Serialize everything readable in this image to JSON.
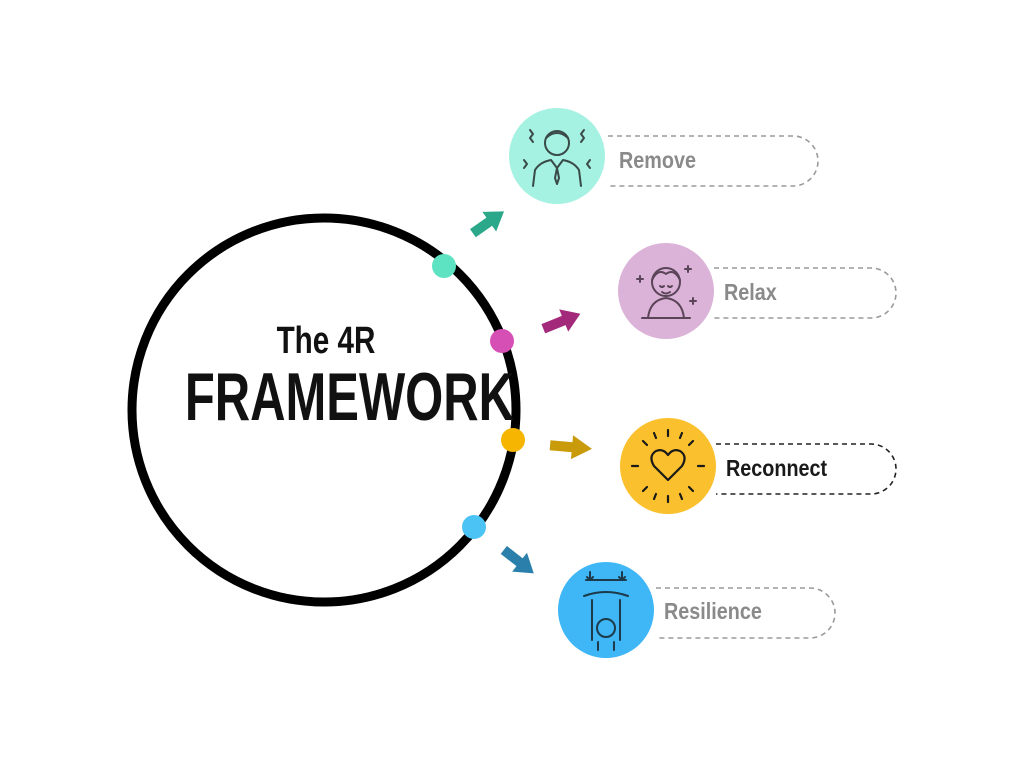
{
  "title": {
    "line1": "The 4R",
    "line2": "FRAMEWORK"
  },
  "steps": [
    {
      "label": "Remove",
      "icon": "stressed-person-icon",
      "color": "#a6f2e2",
      "dot_color": "#5de3c2",
      "arrow_color": "#2aa889",
      "label_color": "#8a8a8a",
      "border": "#9a9a9a"
    },
    {
      "label": "Relax",
      "icon": "meditating-person-icon",
      "color": "#dcb3d8",
      "dot_color": "#d64fb5",
      "arrow_color": "#a32a7a",
      "label_color": "#8a8a8a",
      "border": "#9a9a9a"
    },
    {
      "label": "Reconnect",
      "icon": "glowing-heart-icon",
      "color": "#fbc02d",
      "dot_color": "#f5b500",
      "arrow_color": "#c99a0a",
      "label_color": "#1a1a1a",
      "border": "#222222"
    },
    {
      "label": "Resilience",
      "icon": "person-under-pressure-icon",
      "color": "#3fb6f5",
      "dot_color": "#4cc3f5",
      "arrow_color": "#2a7fab",
      "label_color": "#8a8a8a",
      "border": "#9a9a9a"
    }
  ]
}
